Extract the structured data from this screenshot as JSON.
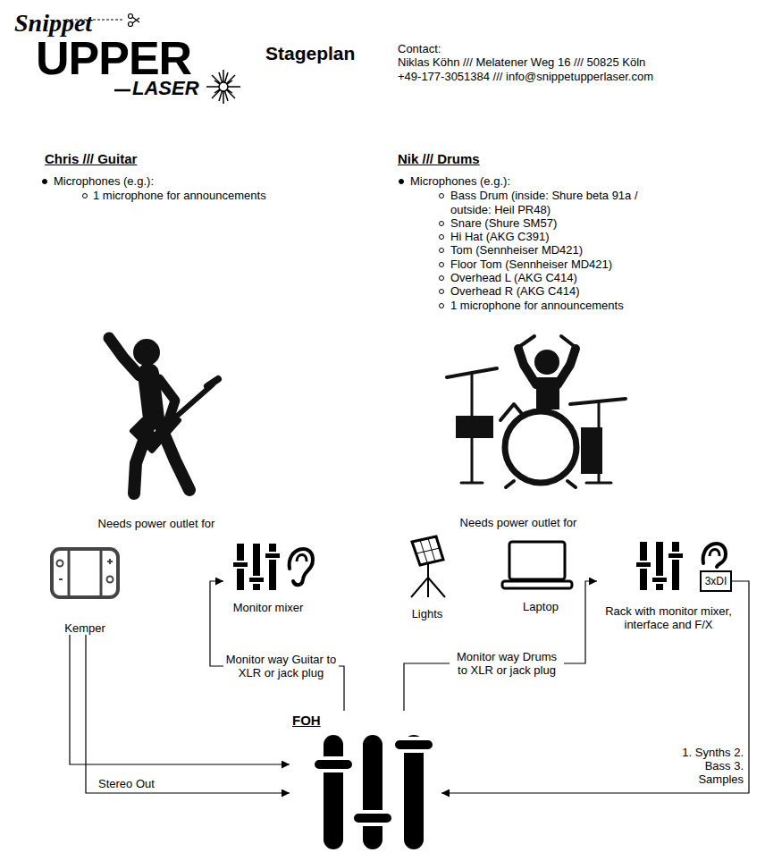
{
  "diagram": {
    "title": "Stageplan",
    "nodes": [
      {
        "text": [
          "Kemper"
        ]
      },
      {
        "text": [
          "Monitor mixer"
        ]
      },
      {
        "text": [
          "Lights"
        ]
      },
      {
        "text": [
          "Laptop"
        ]
      },
      {
        "text": [
          "Rack with monitor mixer, interface and F/X"
        ]
      },
      {
        "text": [
          "3xDI"
        ],
        "in": 4
      },
      {
        "text": [
          "FOH"
        ]
      }
    ],
    "edges": [
      {
        "from": 0,
        "to": 6,
        "arrow": "to"
      },
      {
        "from": 0,
        "to": 6,
        "label": "Stereo Out",
        "arrow": "to"
      },
      {
        "from": 6,
        "to": 1,
        "label": "Monitor way Guitar to XLR or jack plug",
        "arrow": "to"
      },
      {
        "from": 6,
        "to": 4,
        "label": "Monitor way Drums to XLR or jack plug",
        "arrow": "to"
      },
      {
        "from": 5,
        "to": 6,
        "label": "1. Synths 2. Bass 3. Samples",
        "arrow": "to"
      }
    ],
    "labels": [
      "Snippet",
      "UPPER",
      "LASER",
      "Contact:",
      "Niklas Köhn /// Melatener Weg 16 /// 50825 Köln",
      "+49-177-3051384 /// info@snippetupperlaser.com",
      "Chris /// Guitar",
      "Microphones (e.g.):",
      "1 microphone for announcements",
      "Nik /// Drums",
      "Microphones (e.g.):",
      "Bass Drum (inside: Shure beta 91a / outside: Heil PR48)",
      "Snare (Shure SM57)",
      "Hi Hat (AKG C391)",
      "Tom (Sennheiser MD421)",
      "Floor Tom (Sennheiser MD421)",
      "Overhead L (AKG C414)",
      "Overhead R (AKG C414)",
      "1 microphone for announcements",
      "Needs power outlet for",
      "Needs power outlet for"
    ]
  }
}
